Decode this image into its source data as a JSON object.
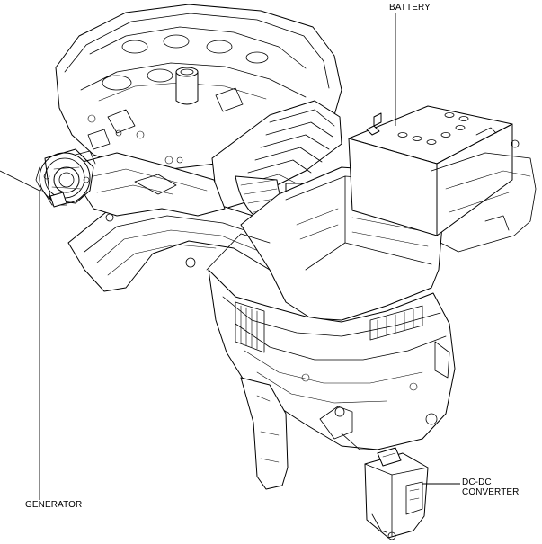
{
  "labels": {
    "battery": "BATTERY",
    "generator": "GENERATOR",
    "dcdc_line1": "DC-DC",
    "dcdc_line2": "CONVERTER"
  },
  "components": [
    "engine-block-drawing",
    "battery",
    "generator",
    "dc-dc-converter"
  ],
  "colors": {
    "line": "#000000",
    "background": "#ffffff"
  }
}
